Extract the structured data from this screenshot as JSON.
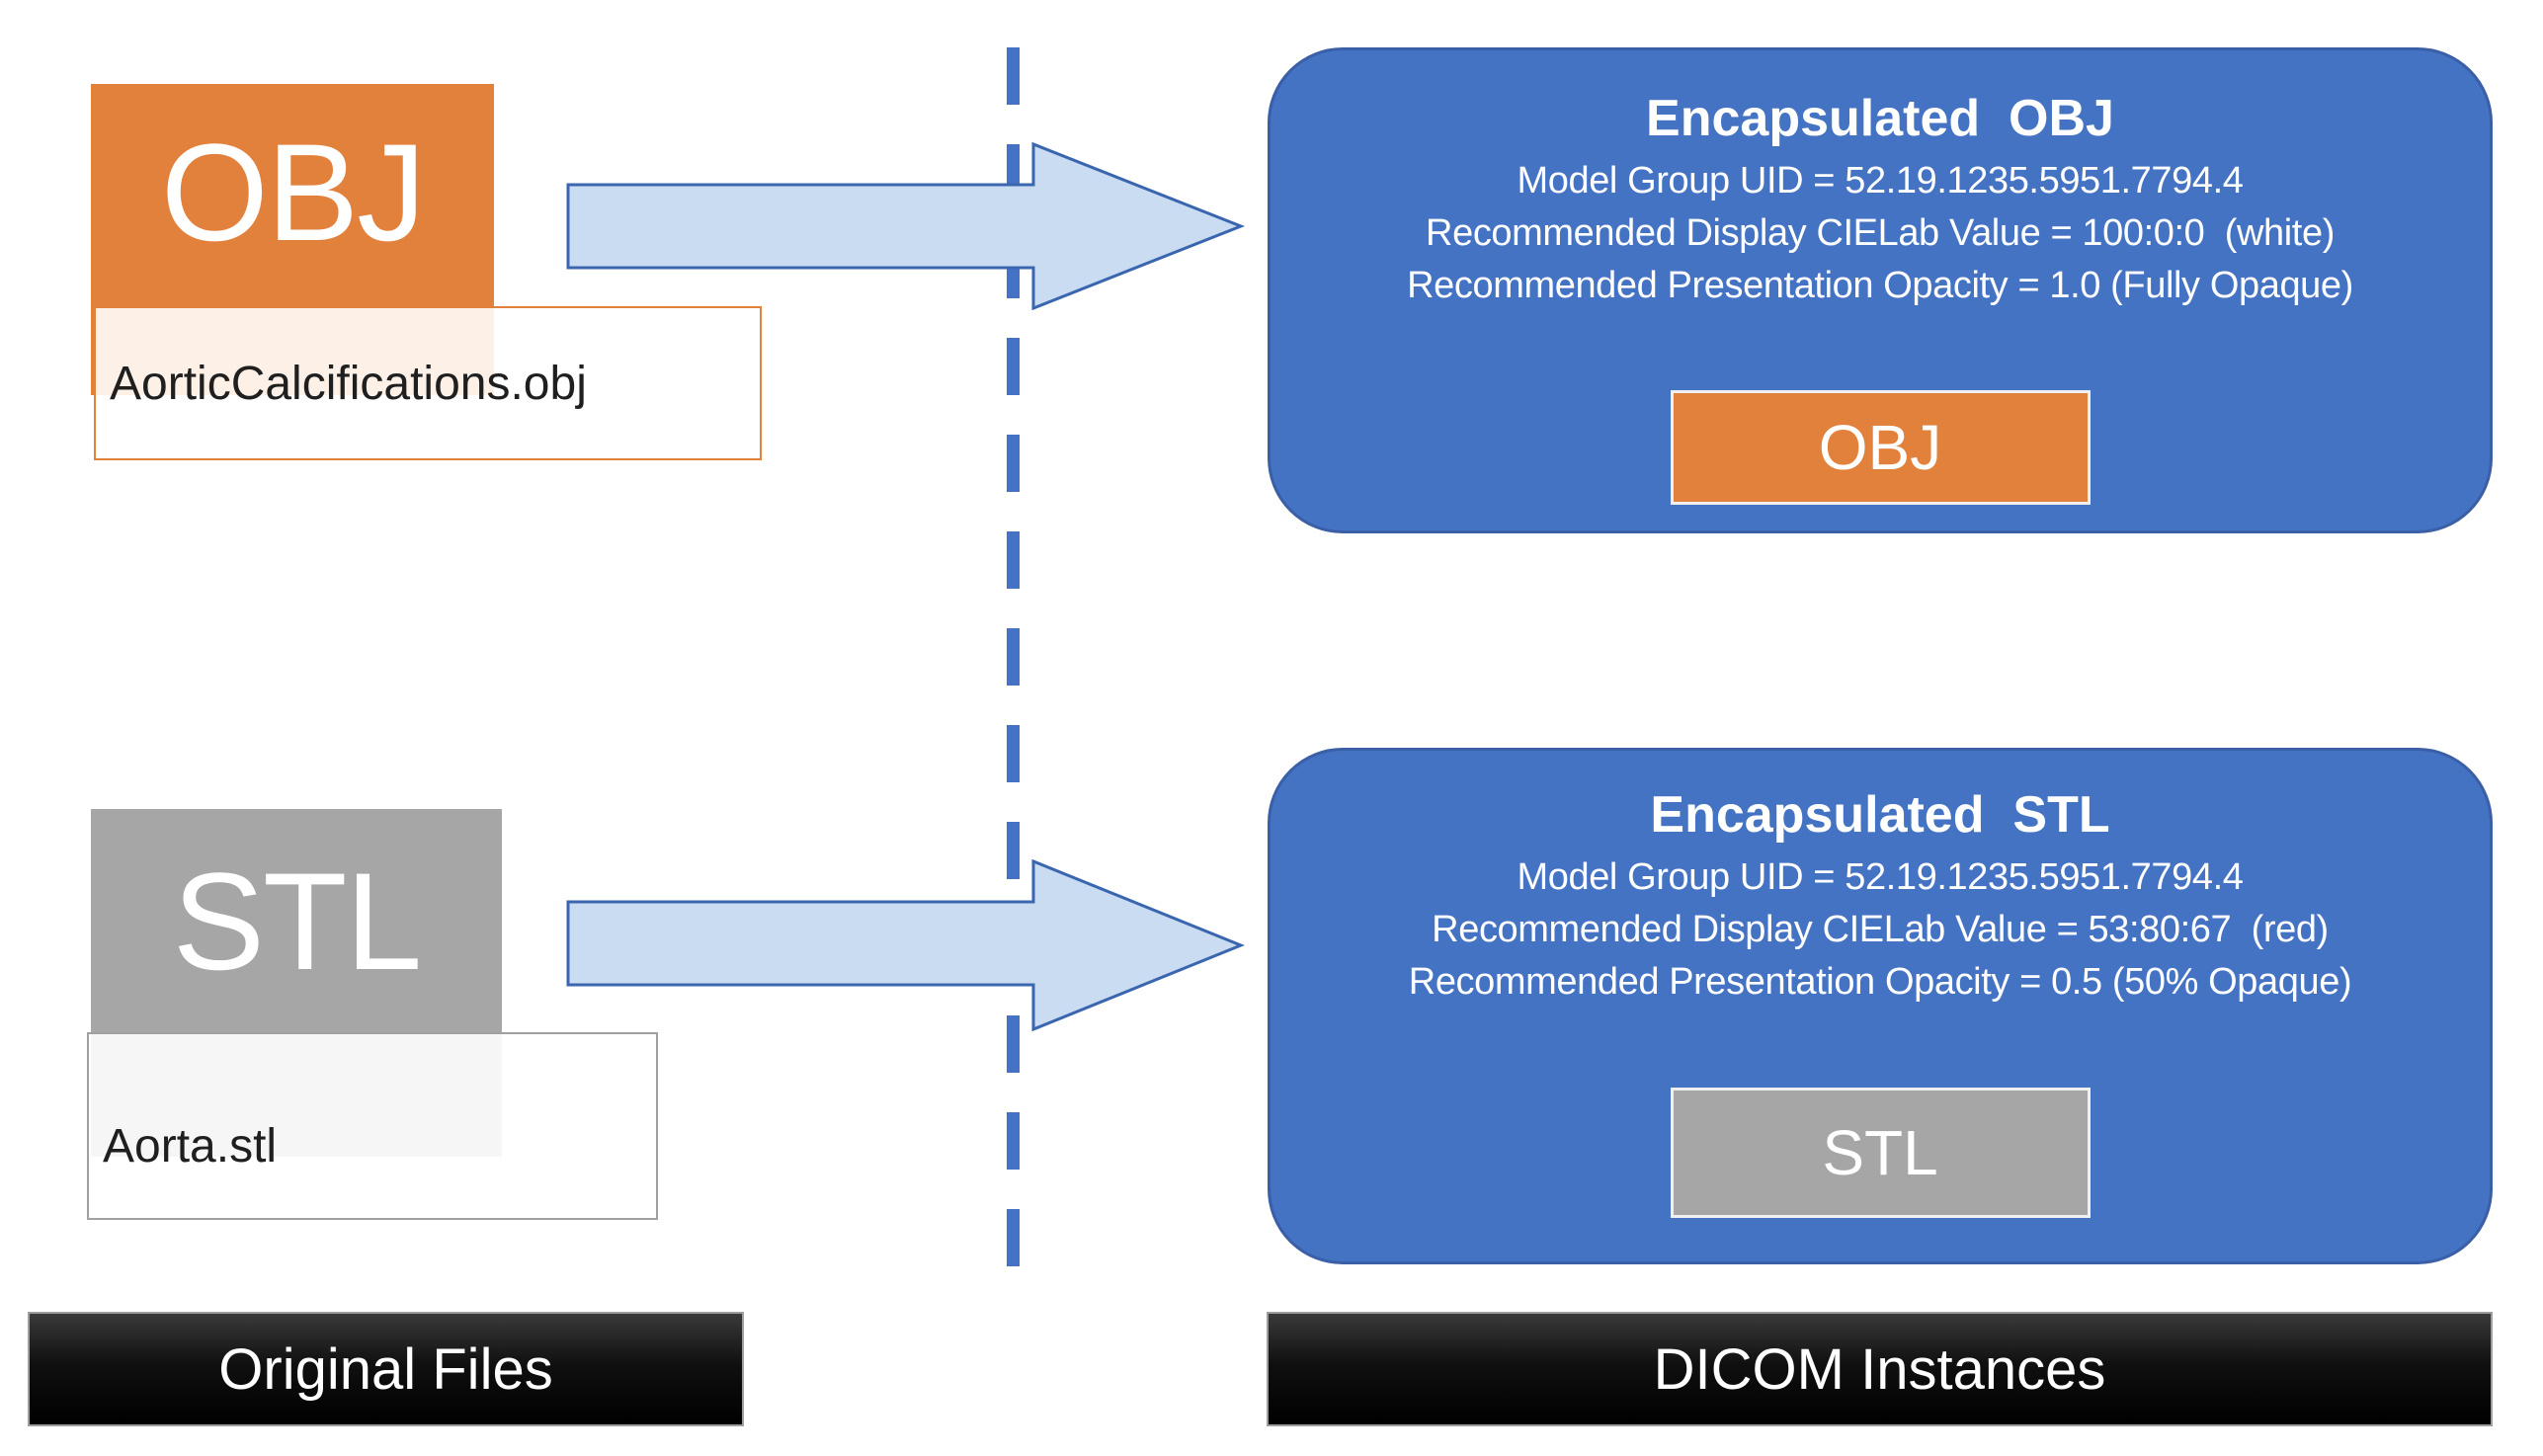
{
  "colors": {
    "accent-blue": "#4573C4",
    "accent-blue-border": "#3A5FA6",
    "accent-orange": "#E2813C",
    "accent-orange-border": "#E0813C",
    "accent-gray": "#A6A6A6",
    "accent-gray-border": "#A0A0A0",
    "arrow-fill": "#C9DCF1",
    "arrow-stroke": "#3A66B0",
    "divider-blue": "#4472C4"
  },
  "originals": {
    "section_label": "Original Files",
    "obj": {
      "type_label": "OBJ",
      "filename": "AorticCalcifications.obj"
    },
    "stl": {
      "type_label": "STL",
      "filename": "Aorta.stl"
    }
  },
  "dicom": {
    "section_label": "DICOM Instances",
    "obj_card": {
      "title": "Encapsulated  OBJ",
      "line_uid": "Model Group UID = 52.19.1235.5951.7794.4",
      "line_cielab": "Recommended Display CIELab Value = 100:0:0  (white)",
      "line_opacity": "Recommended Presentation Opacity = 1.0 (Fully Opaque)",
      "badge": "OBJ"
    },
    "stl_card": {
      "title": "Encapsulated  STL",
      "line_uid": "Model Group UID = 52.19.1235.5951.7794.4",
      "line_cielab": "Recommended Display CIELab Value = 53:80:67  (red)",
      "line_opacity": "Recommended Presentation Opacity = 0.5 (50% Opaque)",
      "badge": "STL"
    }
  }
}
